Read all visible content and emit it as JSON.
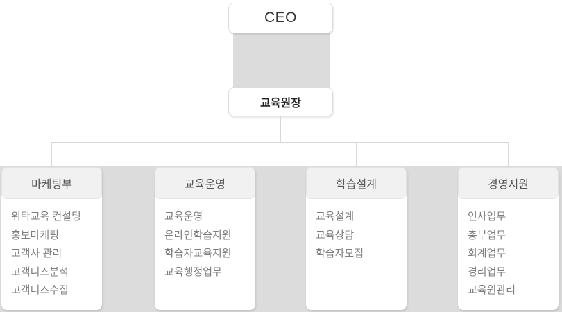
{
  "org_chart": {
    "type": "org-hierarchy-diagram",
    "root": {
      "label": "CEO"
    },
    "director": {
      "label": "교육원장"
    },
    "departments": [
      {
        "title": "마케팅부",
        "items": [
          "위탁교육 컨설팅",
          "홍보마케팅",
          "고객사 관리",
          "고객니즈분석",
          "고객니즈수집"
        ]
      },
      {
        "title": "교육운영",
        "items": [
          "교육운영",
          "온라인학습지원",
          "학습자교육지원",
          "교육행정업무"
        ]
      },
      {
        "title": "학습설계",
        "items": [
          "교육설계",
          "교육상담",
          "학습자모집"
        ]
      },
      {
        "title": "경영지원",
        "items": [
          "인사업무",
          "총부업무",
          "회계업무",
          "경리업무",
          "교육원관리"
        ]
      }
    ],
    "colors": {
      "backdrop_band": "#dcdcdc",
      "connector_block": "#dcdcdc",
      "connector_line": "#d8d8d8",
      "node_background": "#ffffff",
      "node_border": "#dddddd",
      "dept_header_fill": "#f1f1f1",
      "dept_header_border": "#e3e3e3",
      "title_text": "#333333",
      "director_text": "#222222",
      "dept_title_text": "#555555",
      "dept_item_text": "#7d7d7d"
    }
  }
}
